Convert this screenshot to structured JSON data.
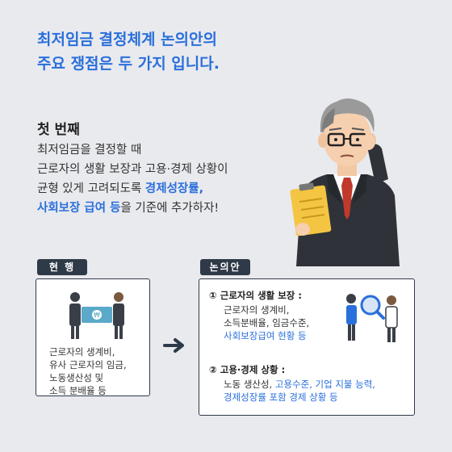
{
  "headline": {
    "line1": "최저임금 결정체계 논의안의",
    "line2": "주요 쟁점은 두 가지 입니다."
  },
  "section": {
    "title": "첫 번째",
    "line1": "최저임금을 결정할 때",
    "line2": "근로자의 생활 보장과 고용·경제 상황이",
    "line3_a": "균형 있게 고려되도록 ",
    "line3_b": "경제성장률,",
    "line4_a": "사회보장 급여 등",
    "line4_b": "을 기준에 추가하자!"
  },
  "current": {
    "tag": "현 행",
    "lines": [
      "근로자의 생계비,",
      "유사 근로자의 임금,",
      "노동생산성 및",
      "소득 분배율 등"
    ]
  },
  "proposal": {
    "tag": "논의안",
    "point1": {
      "title": "① 근로자의 생활 보장 :",
      "line1": "근로자의 생계비,",
      "line2": "소득분배율, 임금수준,",
      "line3": "사회보장급여 현황 등"
    },
    "point2": {
      "title": "② 고용·경제 상황 :",
      "line1_a": "노동 생산성, ",
      "line1_b": "고용수준, 기업 지불 능력,",
      "line2": "경제성장률 포함 경제 상황 등"
    }
  },
  "colors": {
    "accent": "#2a6fdb",
    "dark": "#2f3a48",
    "background": "#e9eaee"
  },
  "icons": [
    "businessman-with-glasses-illustration",
    "handshake-money-icon",
    "magnifier-team-icon",
    "arrow-right-icon"
  ]
}
